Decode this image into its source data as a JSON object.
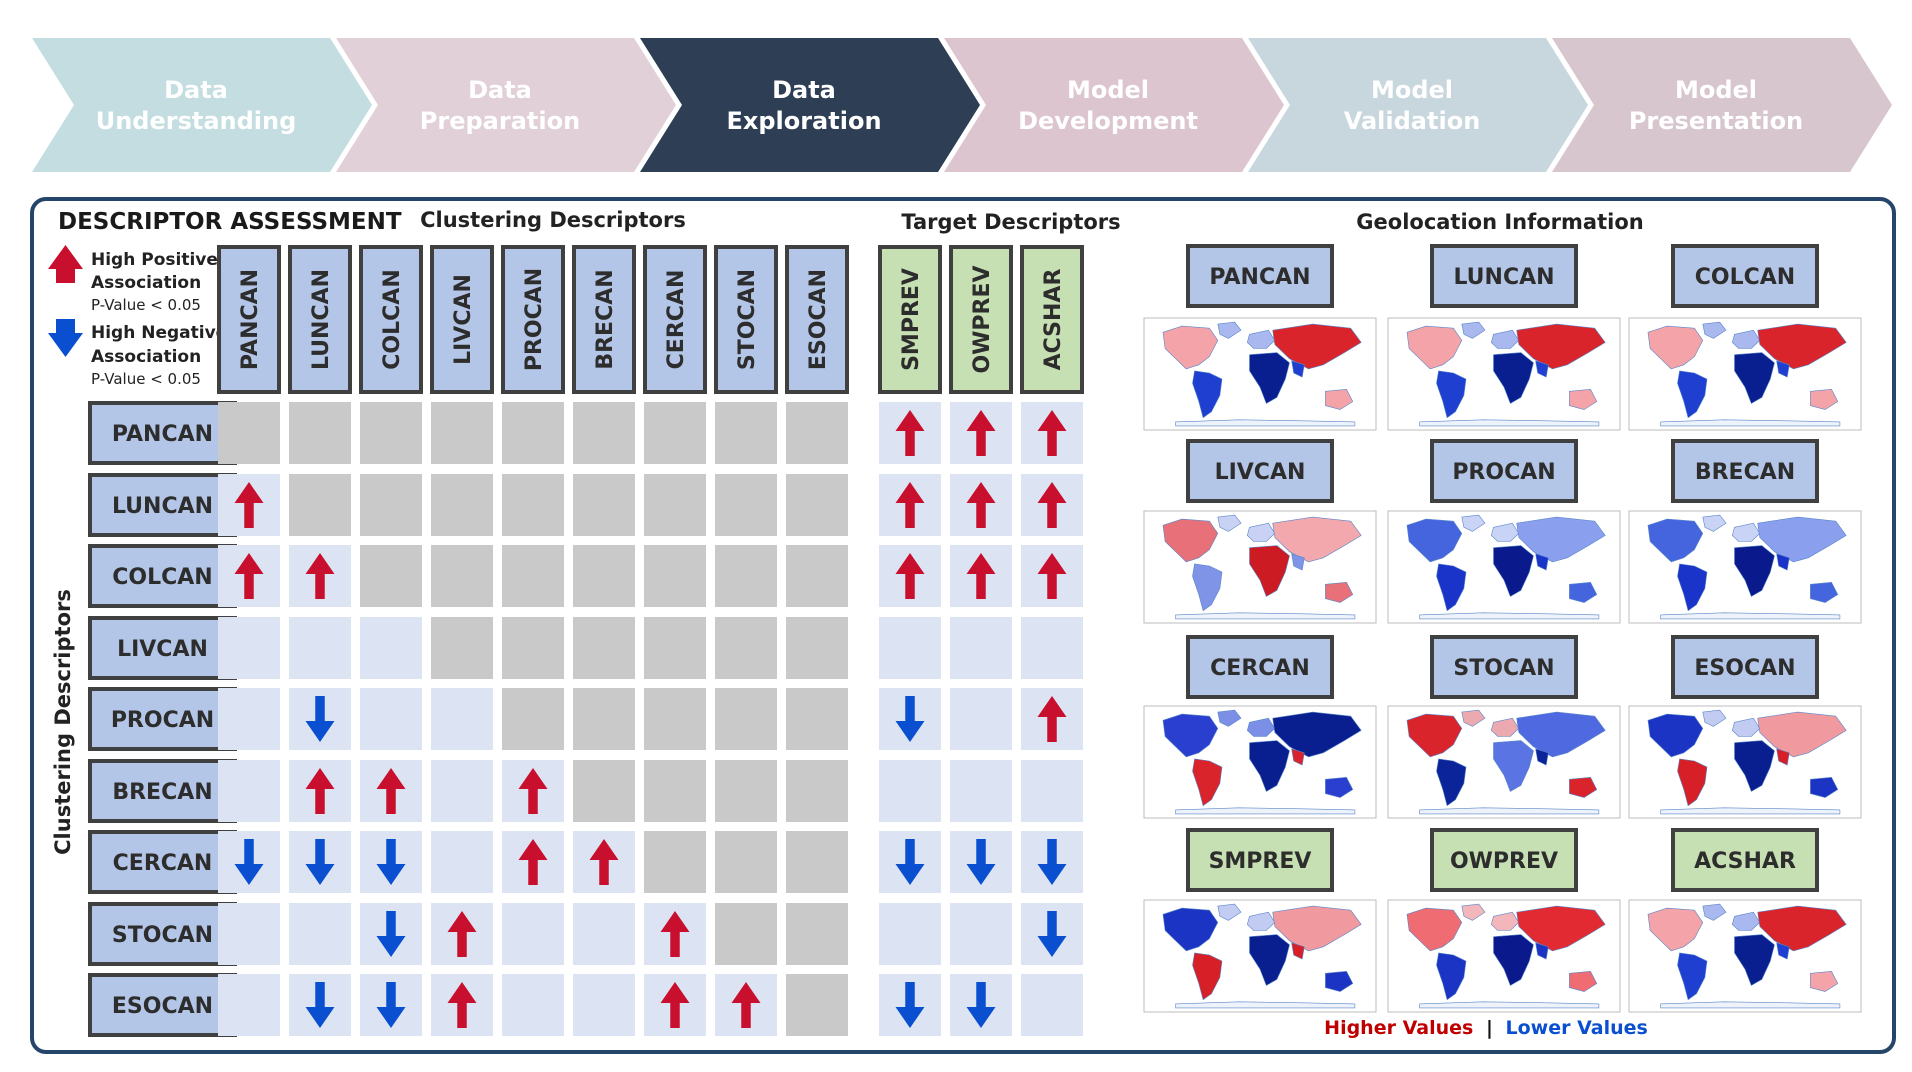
{
  "process_steps": [
    {
      "line1": "Data",
      "line2": "Understanding",
      "fill": "#c3dde1",
      "text_color": "#ffffff"
    },
    {
      "line1": "Data",
      "line2": "Preparation",
      "fill": "#e1d0d7",
      "text_color": "#ffffff"
    },
    {
      "line1": "Data",
      "line2": "Exploration",
      "fill": "#2d3e55",
      "text_color": "#ffffff"
    },
    {
      "line1": "Model",
      "line2": "Development",
      "fill": "#dcc5cf",
      "text_color": "#ffffff"
    },
    {
      "line1": "Model",
      "line2": "Validation",
      "fill": "#c8d6de",
      "text_color": "#ffffff"
    },
    {
      "line1": "Model",
      "line2": "Presentation",
      "fill": "#d8c6cf",
      "text_color": "#ffffff"
    }
  ],
  "assessment": {
    "title": "DESCRIPTOR ASSESSMENT",
    "clustering_header": "Clustering Descriptors",
    "target_header": "Target Descriptors",
    "row_axis_label": "Clustering Descriptors",
    "legend": {
      "positive_line1": "High Positive",
      "positive_line2": "Association",
      "positive_pvalue": "P-Value < 0.05",
      "negative_line1": "High Negative",
      "negative_line2": "Association",
      "negative_pvalue": "P-Value < 0.05"
    },
    "clustering_columns": [
      "PANCAN",
      "LUNCAN",
      "COLCAN",
      "LIVCAN",
      "PROCAN",
      "BRECAN",
      "CERCAN",
      "STOCAN",
      "ESOCAN"
    ],
    "target_columns": [
      "SMPREV",
      "OWPREV",
      "ACSHAR"
    ],
    "rows": [
      "PANCAN",
      "LUNCAN",
      "COLCAN",
      "LIVCAN",
      "PROCAN",
      "BRECAN",
      "CERCAN",
      "STOCAN",
      "ESOCAN"
    ],
    "clustering_matrix": [
      [
        "x",
        "x",
        "x",
        "x",
        "x",
        "x",
        "x",
        "x",
        "x"
      ],
      [
        "up",
        "x",
        "x",
        "x",
        "x",
        "x",
        "x",
        "x",
        "x"
      ],
      [
        "up",
        "up",
        "x",
        "x",
        "x",
        "x",
        "x",
        "x",
        "x"
      ],
      [
        "",
        "",
        "",
        "x",
        "x",
        "x",
        "x",
        "x",
        "x"
      ],
      [
        "",
        "down",
        "",
        "",
        "x",
        "x",
        "x",
        "x",
        "x"
      ],
      [
        "",
        "up",
        "up",
        "",
        "up",
        "x",
        "x",
        "x",
        "x"
      ],
      [
        "down",
        "down",
        "down",
        "",
        "up",
        "up",
        "x",
        "x",
        "x"
      ],
      [
        "",
        "",
        "down",
        "up",
        "",
        "",
        "up",
        "x",
        "x"
      ],
      [
        "",
        "down",
        "down",
        "up",
        "",
        "",
        "up",
        "up",
        "x"
      ]
    ],
    "target_matrix": [
      [
        "up",
        "up",
        "up"
      ],
      [
        "up",
        "up",
        "up"
      ],
      [
        "up",
        "up",
        "up"
      ],
      [
        "",
        "",
        ""
      ],
      [
        "down",
        "",
        "up"
      ],
      [
        "",
        "",
        ""
      ],
      [
        "down",
        "down",
        "down"
      ],
      [
        "",
        "",
        "down"
      ],
      [
        "down",
        "down",
        ""
      ]
    ]
  },
  "geolocation": {
    "title": "Geolocation Information",
    "maps": [
      {
        "label": "PANCAN",
        "kind": "clustering",
        "palette": "mixed"
      },
      {
        "label": "LUNCAN",
        "kind": "clustering",
        "palette": "mixed"
      },
      {
        "label": "COLCAN",
        "kind": "clustering",
        "palette": "mixed"
      },
      {
        "label": "LIVCAN",
        "kind": "clustering",
        "palette": "light-red"
      },
      {
        "label": "PROCAN",
        "kind": "clustering",
        "palette": "blue"
      },
      {
        "label": "BRECAN",
        "kind": "clustering",
        "palette": "blue"
      },
      {
        "label": "CERCAN",
        "kind": "clustering",
        "palette": "dark-blue"
      },
      {
        "label": "STOCAN",
        "kind": "clustering",
        "palette": "blue-mixed"
      },
      {
        "label": "ESOCAN",
        "kind": "clustering",
        "palette": "mixed-red"
      },
      {
        "label": "SMPREV",
        "kind": "target",
        "palette": "mixed-red"
      },
      {
        "label": "OWPREV",
        "kind": "target",
        "palette": "red"
      },
      {
        "label": "ACSHAR",
        "kind": "target",
        "palette": "mixed"
      }
    ],
    "scale_high": "Higher Values",
    "scale_separator": "|",
    "scale_low": "Lower Values"
  },
  "colors": {
    "up_arrow": "#c8102e",
    "down_arrow": "#0b4fd1",
    "cell_light": "#dce4f4",
    "cell_gray": "#c9c9c9",
    "clustering_box": "#b4c6e7",
    "target_box": "#c6e0b4",
    "frame": "#25466a",
    "high": "#c00000",
    "low": "#0b4fd1"
  }
}
